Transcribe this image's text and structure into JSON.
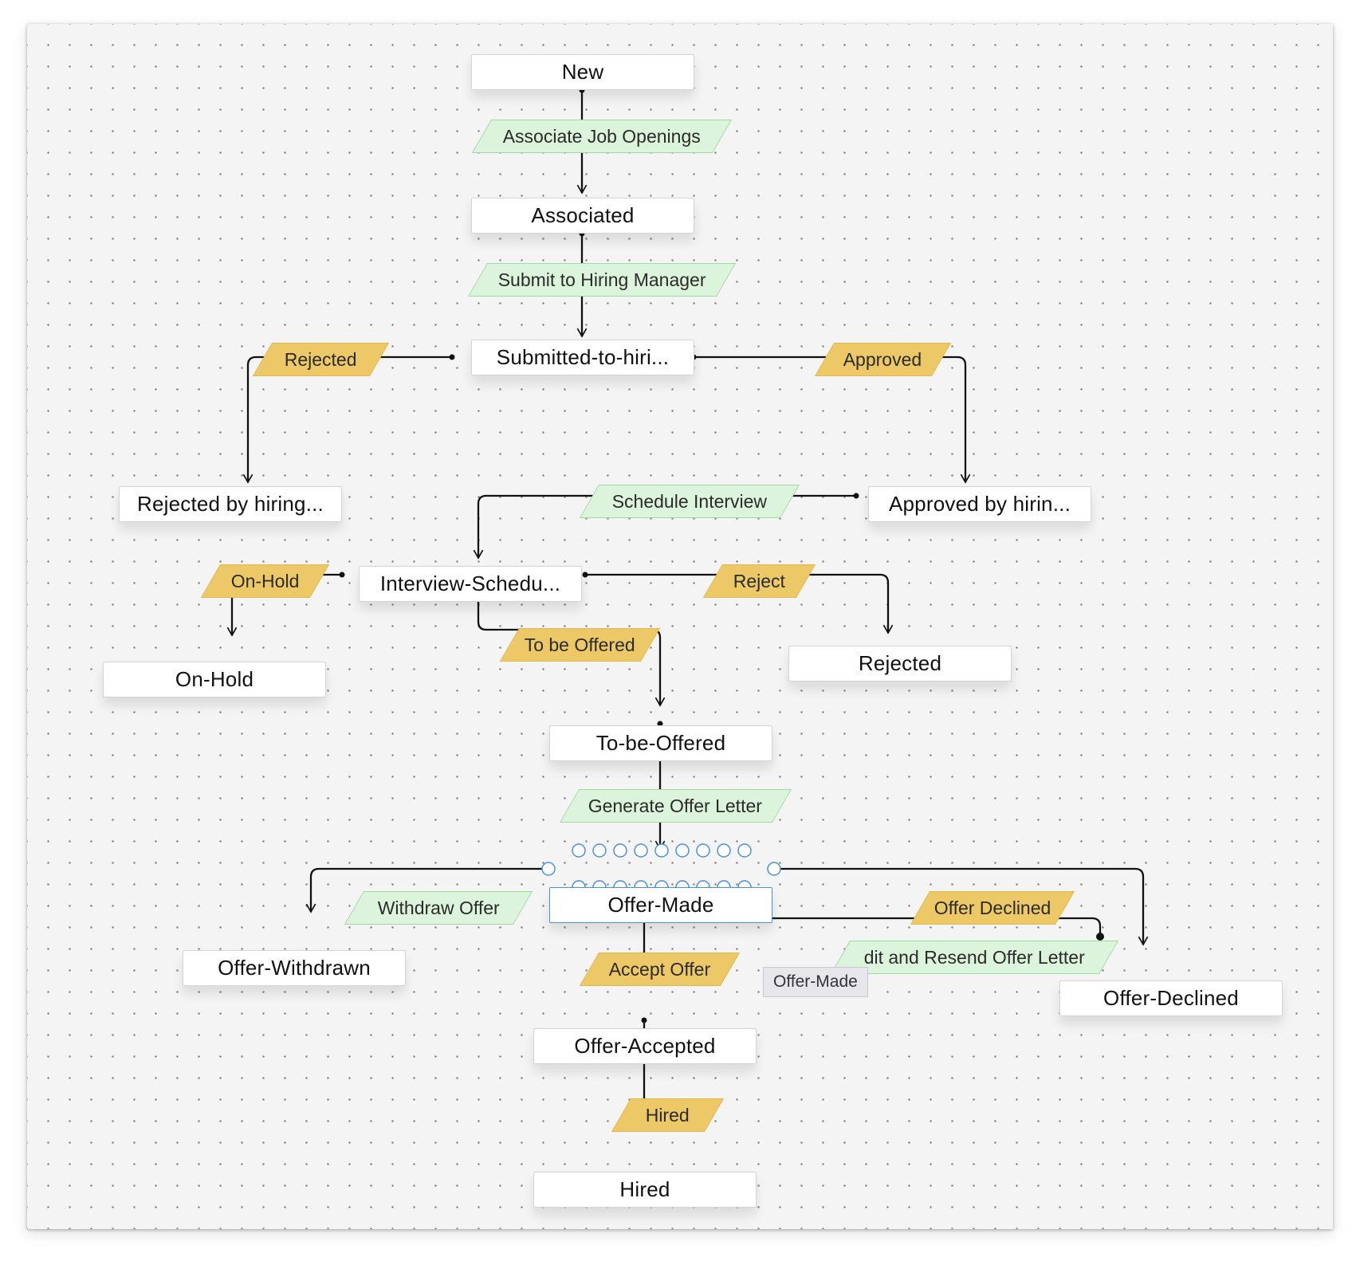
{
  "nodes": {
    "new": "New",
    "associated": "Associated",
    "submitted": "Submitted-to-hiri...",
    "rejected_by_hiring": "Rejected by hiring...",
    "approved_by_hiring": "Approved by hirin...",
    "interview_scheduled": "Interview-Schedu...",
    "on_hold": "On-Hold",
    "rejected": "Rejected",
    "to_be_offered": "To-be-Offered",
    "offer_made": "Offer-Made",
    "offer_withdrawn": "Offer-Withdrawn",
    "offer_declined": "Offer-Declined",
    "offer_accepted": "Offer-Accepted",
    "hired": "Hired"
  },
  "transitions": {
    "associate_job_openings": "Associate Job Openings",
    "submit_to_hiring_manager": "Submit to Hiring Manager",
    "rejected": "Rejected",
    "approved": "Approved",
    "schedule_interview": "Schedule Interview",
    "on_hold": "On-Hold",
    "reject": "Reject",
    "to_be_offered": "To be Offered",
    "generate_offer_letter": "Generate Offer Letter",
    "withdraw_offer": "Withdraw Offer",
    "offer_declined": "Offer Declined",
    "edit_and_resend": "dit and Resend Offer Letter",
    "accept_offer": "Accept Offer",
    "hired": "Hired"
  },
  "tooltip": "Offer-Made",
  "colors": {
    "canvas": "#f4f4f4",
    "manual_transition_fill": "#dcf3dc",
    "manual_transition_border": "#9fd99f",
    "blueprint_transition_fill": "#edc867",
    "selected_border": "#4a90d9",
    "connector": "#111111"
  }
}
